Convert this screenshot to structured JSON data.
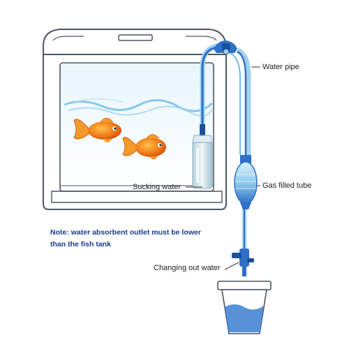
{
  "labels": {
    "water_pipe": "Water pipe",
    "sucking_water": "Sucking water",
    "gas_filled_tube": "Gas filled tube",
    "changing_out_water": "Changing out water"
  },
  "note": {
    "line1": "Note: water absorbent outlet must be lower",
    "line2": "than the fish tank"
  },
  "colors": {
    "note_text": "#1a3c8c",
    "tank_outline": "#4d5560",
    "pipe_blue": "#2e6fc7",
    "pipe_light": "#9fd2ee",
    "fish_orange": "#f07a16"
  }
}
